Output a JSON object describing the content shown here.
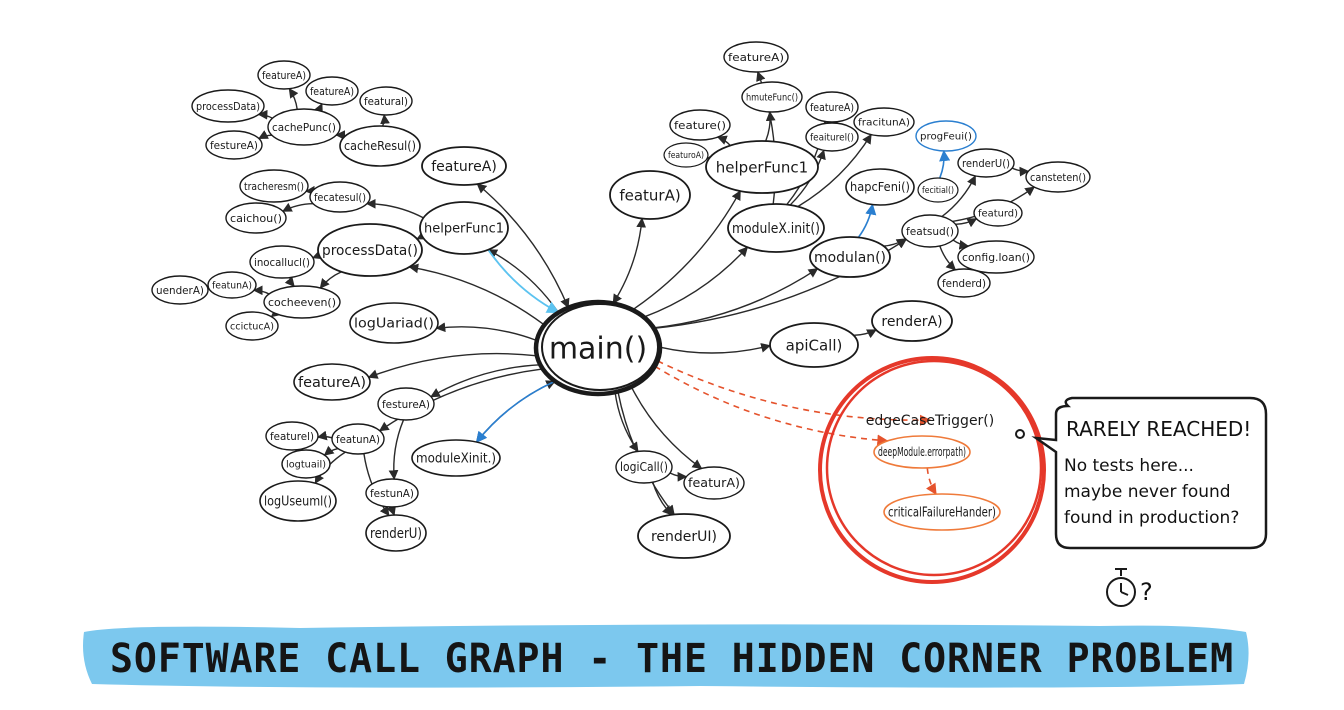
{
  "title": "SOFTWARE CALL GRAPH - THE HIDDEN CORNER PROBLEM",
  "callout": {
    "heading": "RARELY REACHED!",
    "lines": [
      "No tests here...",
      "maybe never found",
      "found in production?"
    ],
    "timer_suffix": "?"
  },
  "colors": {
    "ink": "#1a1a1a",
    "highlight_red": "#e5382a",
    "hidden_orange": "#ef7a3a",
    "banner_blue": "#7cc8ee",
    "edge_blue": "#2a7fd0",
    "edge_cyan": "#5cc3f0"
  },
  "nodes": [
    {
      "label": "main()"
    },
    {
      "label": "featureA)"
    },
    {
      "label": "helperFunc1"
    },
    {
      "label": "processData()"
    },
    {
      "label": "logUariad()"
    },
    {
      "label": "featureA)"
    },
    {
      "label": "moduleXinit.)"
    },
    {
      "label": "featurA)"
    },
    {
      "label": "helperFunc1"
    },
    {
      "label": "moduleX.init()"
    },
    {
      "label": "modulan()"
    },
    {
      "label": "apiCall)"
    },
    {
      "label": "renderA)"
    },
    {
      "label": "logiCall()"
    },
    {
      "label": "featurA)"
    },
    {
      "label": "renderUI)"
    },
    {
      "label": "festureA)"
    },
    {
      "label": "featunA)"
    },
    {
      "label": "featurel)"
    },
    {
      "label": "logtuail)"
    },
    {
      "label": "logUseuml()"
    },
    {
      "label": "festunA)"
    },
    {
      "label": "renderU)"
    },
    {
      "label": "cacheResul()"
    },
    {
      "label": "cachePunc()"
    },
    {
      "label": "processData)"
    },
    {
      "label": "festureA)"
    },
    {
      "label": "featureA)"
    },
    {
      "label": "featureA)"
    },
    {
      "label": "featural)"
    },
    {
      "label": "tracheresm()"
    },
    {
      "label": "fecatesul()"
    },
    {
      "label": "caichou()"
    },
    {
      "label": "inocallucl()"
    },
    {
      "label": "uenderA)"
    },
    {
      "label": "featunA)"
    },
    {
      "label": "cocheeven()"
    },
    {
      "label": "ccictucA)"
    },
    {
      "label": "featureA)"
    },
    {
      "label": "hmuteFunc()"
    },
    {
      "label": "featureA)"
    },
    {
      "label": "feature()"
    },
    {
      "label": "featuroA)"
    },
    {
      "label": "feaiturel()"
    },
    {
      "label": "fracitunA)"
    },
    {
      "label": "hapcFeni()"
    },
    {
      "label": "fecitial()"
    },
    {
      "label": "progFeui()"
    },
    {
      "label": "renderU()"
    },
    {
      "label": "cansteten()"
    },
    {
      "label": "featsud()"
    },
    {
      "label": "featurd)"
    },
    {
      "label": "config.loan()"
    },
    {
      "label": "fenderd)"
    },
    {
      "label": "edgeCaseTrigger()"
    },
    {
      "label": "deepModule.errorpath)"
    },
    {
      "label": "criticalFailureHander)"
    }
  ]
}
